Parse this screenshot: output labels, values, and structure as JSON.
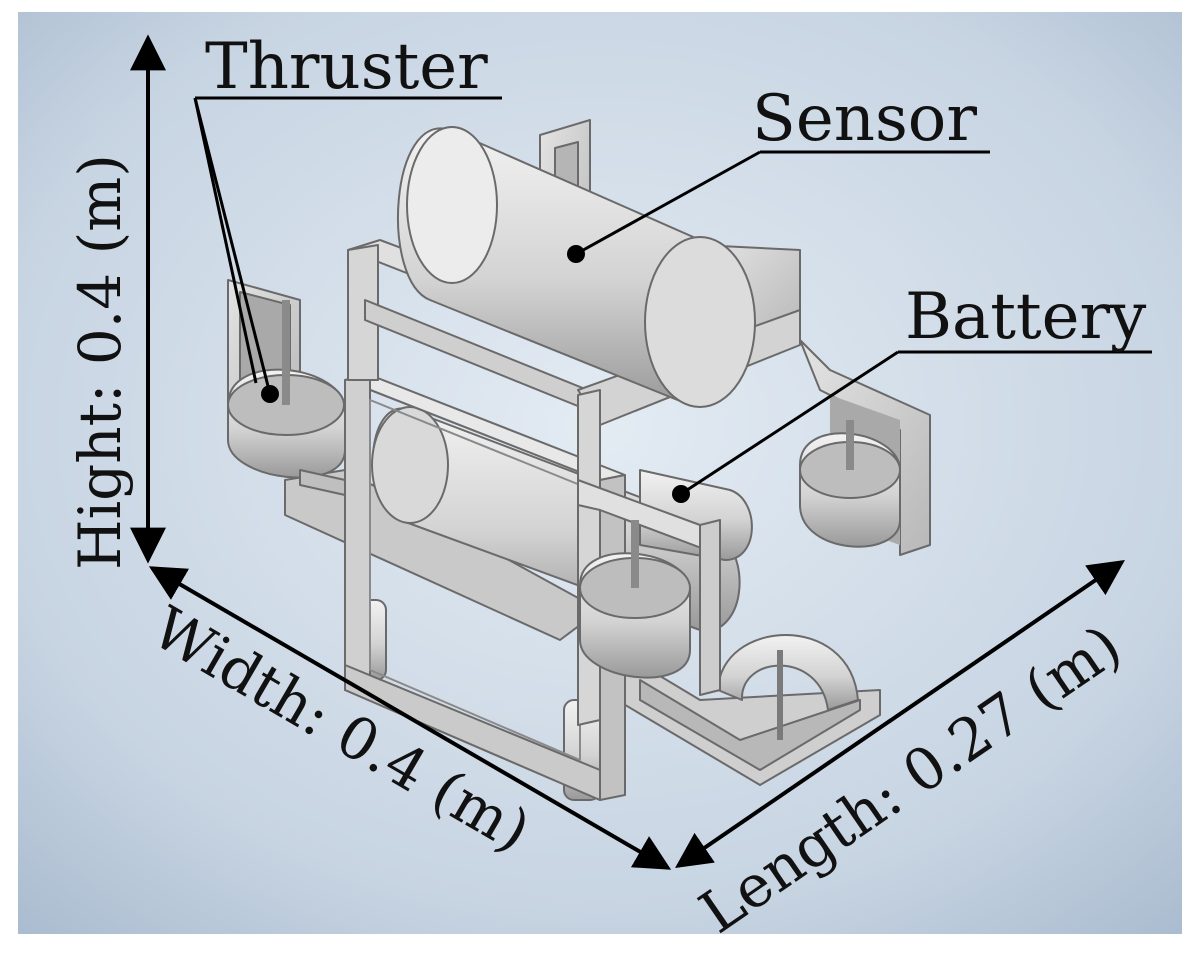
{
  "colors": {
    "background_light": "#dde6ef",
    "background_dark": "#a9bbcf",
    "frame": "#d4d4d4",
    "frame_shadow": "#8f8f8f",
    "frame_edge": "#5f5f5f",
    "cylinder_light": "#e6e6e6",
    "cylinder_dark": "#9a9a9a",
    "line": "#000000"
  },
  "labels": {
    "thruster": "Thruster",
    "sensor": "Sensor",
    "battery": "Battery"
  },
  "dimensions": {
    "height": "Hight: 0.4 (m)",
    "width": "Width: 0.4 (m)",
    "length": "Length: 0.27 (m)"
  },
  "icons": {
    "model": "underwater-vehicle-icon"
  }
}
